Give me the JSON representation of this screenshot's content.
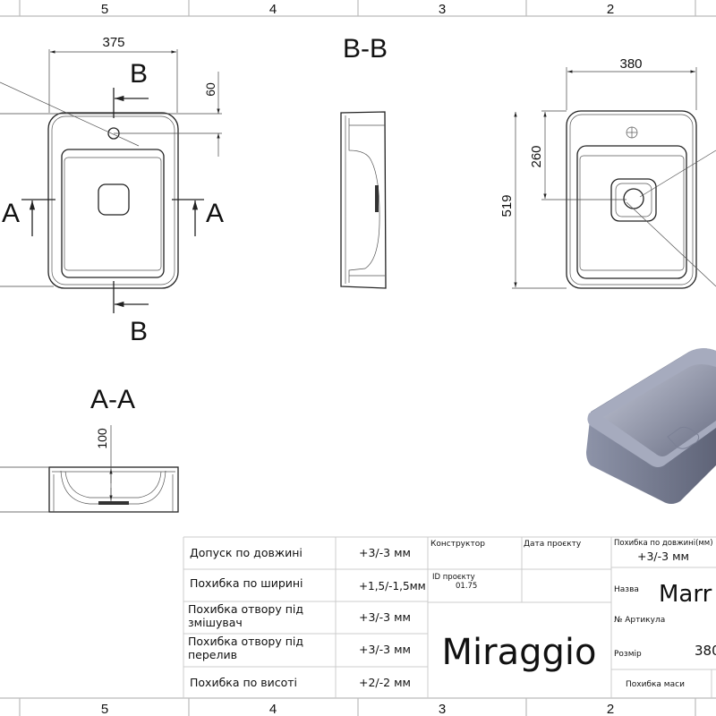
{
  "frame": {
    "zones_top": [
      "5",
      "4",
      "3",
      "2"
    ],
    "zones_bottom": [
      "5",
      "4",
      "3",
      "2"
    ]
  },
  "views": {
    "top_left": {
      "width_dim": "375",
      "hole_offset_dim": "60",
      "section_a": "A",
      "section_b": "B"
    },
    "section_bb": {
      "title": "B-B"
    },
    "top_right": {
      "width_dim": "380",
      "drain_offset_dim": "260",
      "length_dim": "519"
    },
    "section_aa": {
      "title": "A-A",
      "depth_dim": "100"
    }
  },
  "title_block": {
    "tolerances": [
      {
        "label": "Допуск по довжині",
        "value": "+3/-3 мм"
      },
      {
        "label": "Похибка по ширині",
        "value": "+1,5/-1,5мм"
      },
      {
        "label": "Похибка отвору під змішувач",
        "value": "+3/-3 мм"
      },
      {
        "label": "Похибка отвору під перелив",
        "value": "+3/-3 мм"
      },
      {
        "label": "Похибка по висоті",
        "value": "+2/-2 мм"
      }
    ],
    "designer_label": "Конструктор",
    "date_label": "Дата проєкту",
    "project_id_label": "ID проєкту",
    "project_id": "01.75",
    "brand": "Miraggio",
    "length_tol_label": "Похибка по довжині(мм)",
    "length_tol_value": "+3/-3 мм",
    "name_label": "Назва",
    "name_value": "Marr",
    "article_label": "№ Артикула",
    "size_label": "Розмір",
    "size_value": "380",
    "mass_tol_label": "Похибка маси"
  },
  "colors": {
    "render": "#8d93a8",
    "render_dark": "#5f6478",
    "render_light": "#c3c7d6"
  }
}
